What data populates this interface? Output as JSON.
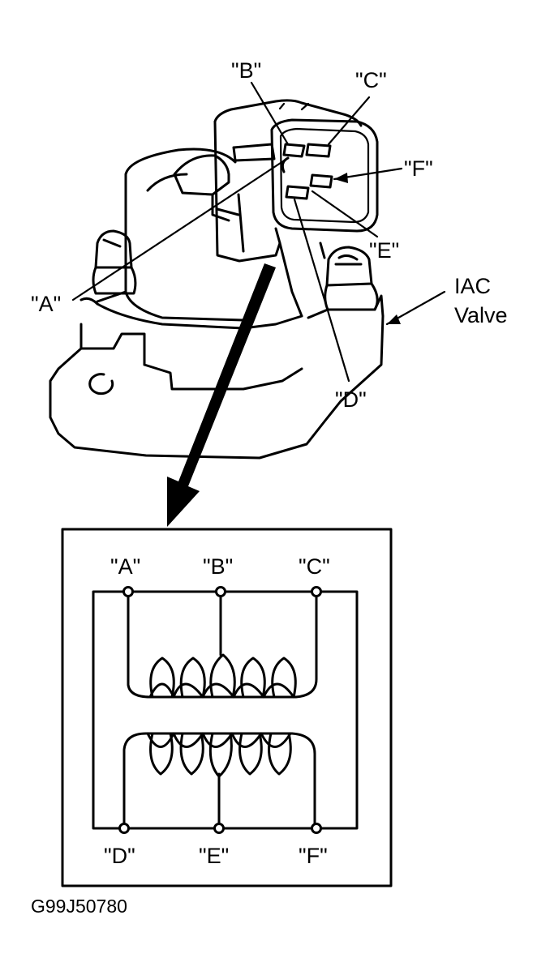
{
  "valve_callouts": {
    "a": "\"A\"",
    "b": "\"B\"",
    "c": "\"C\"",
    "d": "\"D\"",
    "e": "\"E\"",
    "f": "\"F\""
  },
  "iac_label": {
    "line1": "IAC",
    "line2": "Valve"
  },
  "schematic": {
    "top_terminals": [
      "\"A\"",
      "\"B\"",
      "\"C\""
    ],
    "bottom_terminals": [
      "\"D\"",
      "\"E\"",
      "\"F\""
    ]
  },
  "figure_code": "G99J50780"
}
